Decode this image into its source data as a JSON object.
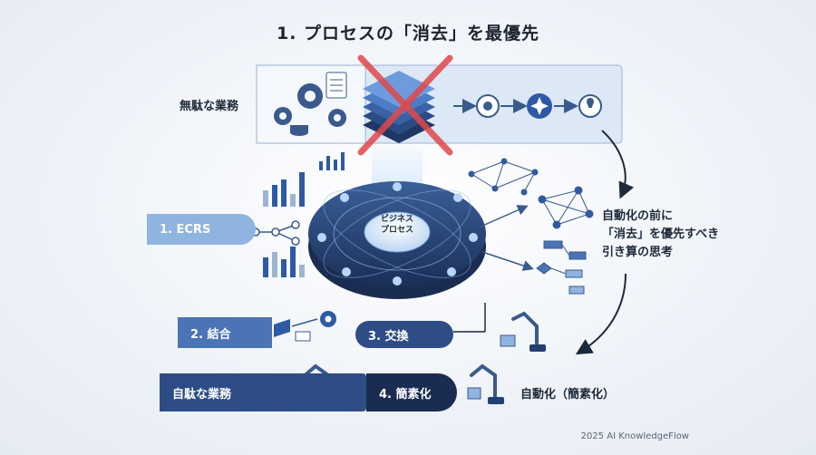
{
  "title": "1. プロセスの「消去」を最優先",
  "label_wasteful_work": "無駄な業務",
  "hub_label_line1": "ビジネス",
  "hub_label_line2": "プロセス",
  "note_line1": "自動化の前に",
  "note_line2": "「消去」を優先すべき",
  "note_line3": "引き算の思考",
  "steps": {
    "ecrs": "1. ECRS",
    "combine": "2. 結合",
    "exchange": "3. 交換",
    "wasteful": "自駄な業務",
    "simplify": "4. 簡素化"
  },
  "label_automation": "自動化（簡素化）",
  "footer": "2025 AI KnowledgeFlow",
  "colors": {
    "accent_light": "#8fb4e0",
    "accent_mid": "#4a74b6",
    "accent_dark": "#243f72",
    "cross": "#e0484a"
  }
}
